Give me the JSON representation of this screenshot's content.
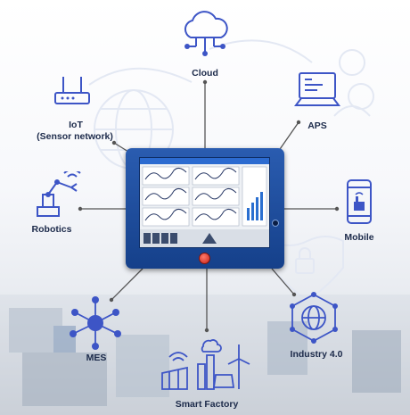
{
  "labels": {
    "cloud": "Cloud",
    "iot_line1": "IoT",
    "iot_line2": "(Sensor network)",
    "aps": "APS",
    "robotics": "Robotics",
    "mobile": "Mobile",
    "mes": "MES",
    "industry": "Industry 4.0",
    "smart_factory": "Smart Factory"
  },
  "colors": {
    "icon_blue": "#3d55c6",
    "connector": "#555555",
    "hmi_frame": "#1e4fa0",
    "hmi_button": "#d82c20"
  },
  "icons": [
    "cloud-icon",
    "router-icon",
    "computer-icon",
    "robot-arm-icon",
    "smartphone-icon",
    "network-nodes-icon",
    "globe-network-icon",
    "factory-icon",
    "hmi-panel"
  ]
}
